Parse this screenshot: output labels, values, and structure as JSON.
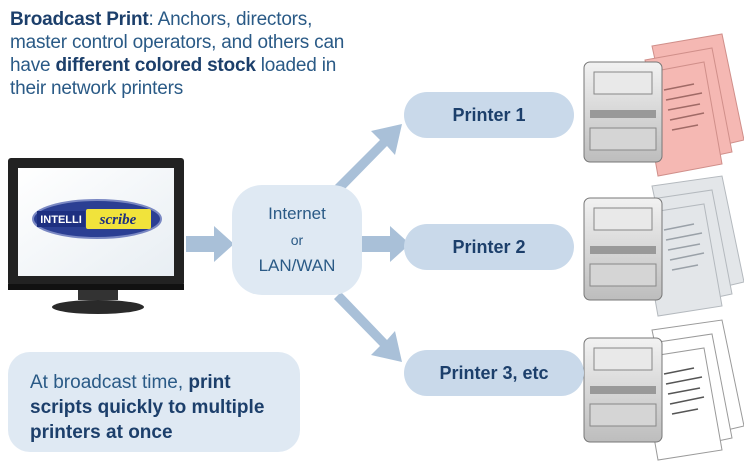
{
  "header": {
    "bold_lead": "Broadcast Print",
    "line_rest": ": Anchors, directors, master control operators, and others can have ",
    "bold_mid": "different colored stock",
    "line_end": " loaded in their network printers"
  },
  "logo": {
    "part1": "INTELLI",
    "part2": "scribe"
  },
  "hub": {
    "line1": "Internet",
    "line2": "or",
    "line3": "LAN/WAN"
  },
  "printers": [
    {
      "label": "Printer 1",
      "paper_color": "#f5b8b3"
    },
    {
      "label": "Printer 2",
      "paper_color": "#e3e6e9"
    },
    {
      "label": "Printer 3, etc",
      "paper_color": "#ffffff"
    }
  ],
  "note": {
    "lead": "At broadcast time, ",
    "bold": "print scripts quickly to multiple printers at once"
  },
  "colors": {
    "arrow": "#a9c0d8",
    "text_blue": "#2a5a86",
    "panel": "#dfe9f3"
  }
}
